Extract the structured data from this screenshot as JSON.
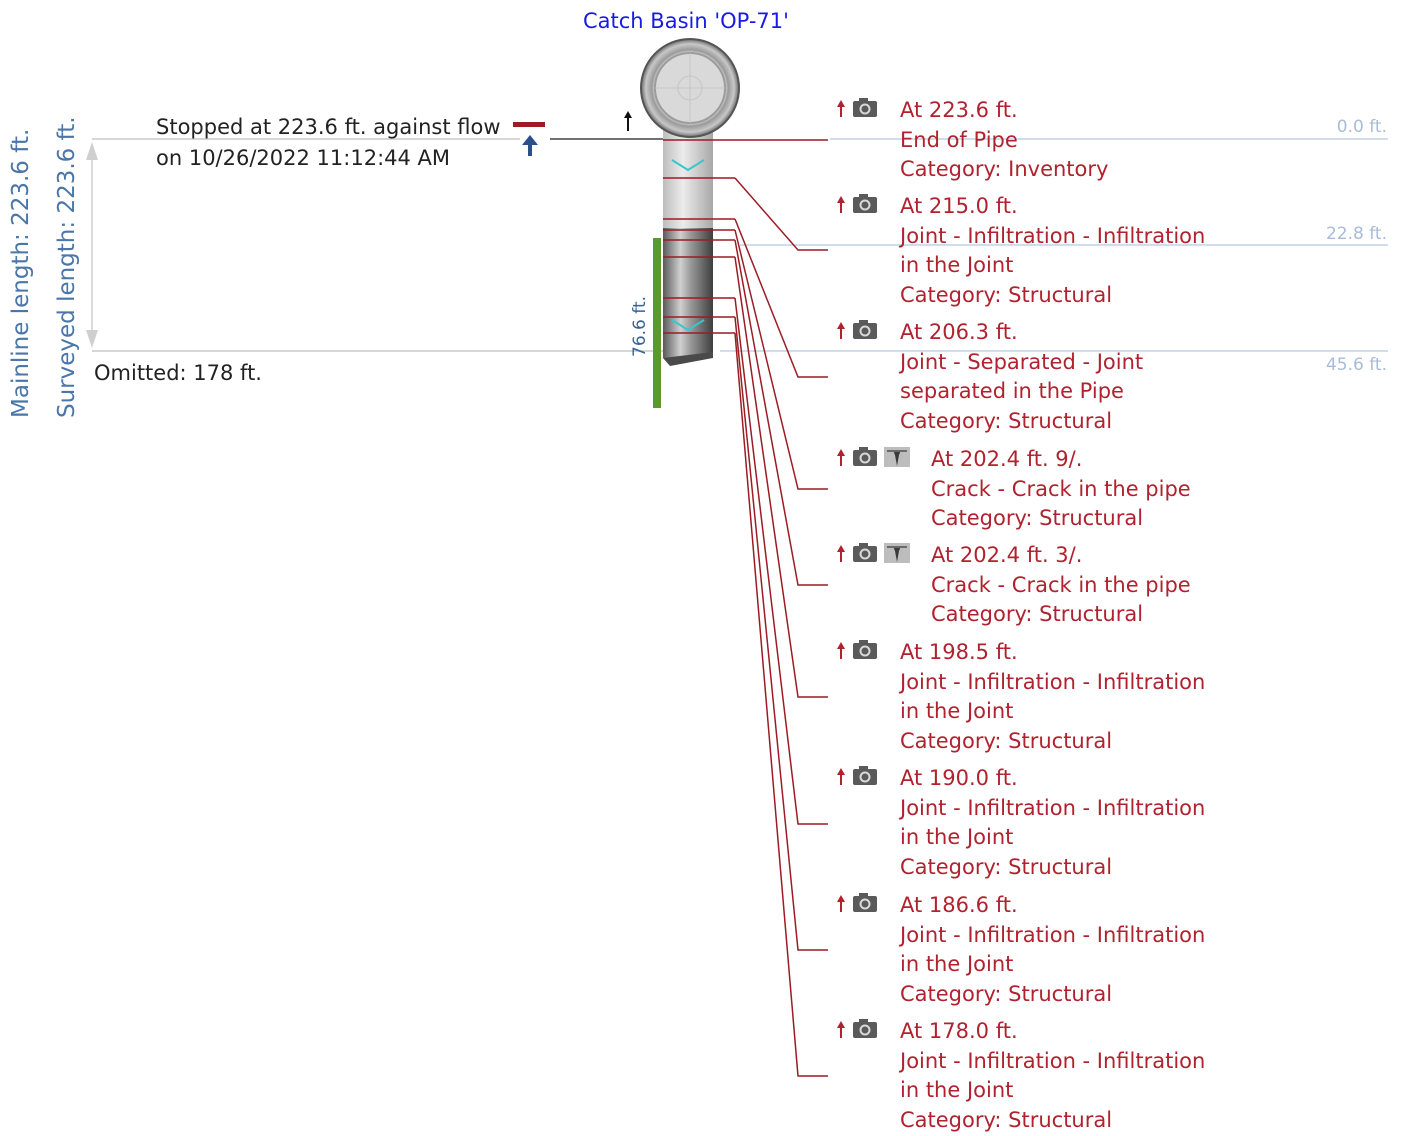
{
  "title": "Catch Basin 'OP-71'",
  "mainline_length_label": "Mainline  length:  223.6 ft.",
  "surveyed_length_label": "Surveyed length:  223.6 ft.",
  "status_line1": "Stopped at 223.6 ft. against flow",
  "status_line2": "on 10/26/2022 11:12:44 AM",
  "omitted_label": "Omitted:  178  ft.",
  "segment_length_label": "76.6 ft.",
  "scale_marks": [
    "0.0 ft.",
    "22.8 ft.",
    "45.6 ft."
  ],
  "colors": {
    "observation_text": "#b0222e",
    "title": "#1a1ae6",
    "length_labels": "#4a76a8",
    "scale": "#a9bcd6",
    "surveyed_segment": "#5a9a2a"
  },
  "observations": [
    {
      "lines": [
        "At 223.6 ft.",
        "End of Pipe",
        "Category: Inventory"
      ],
      "icons": [
        "arrow-up-icon",
        "camera-icon"
      ]
    },
    {
      "lines": [
        "At 215.0 ft.",
        "Joint - Infiltration - Infiltration",
        "in the Joint",
        "Category: Structural"
      ],
      "icons": [
        "arrow-up-icon",
        "camera-icon"
      ]
    },
    {
      "lines": [
        "At 206.3 ft.",
        "Joint - Separated - Joint",
        "separated in the Pipe",
        "Category: Structural"
      ],
      "icons": [
        "arrow-up-icon",
        "camera-icon"
      ]
    },
    {
      "lines": [
        "At 202.4 ft. 9/.",
        "Crack - Crack in the pipe",
        "Category: Structural"
      ],
      "icons": [
        "arrow-up-icon",
        "camera-icon",
        "video-icon"
      ]
    },
    {
      "lines": [
        "At 202.4 ft. 3/.",
        "Crack - Crack in the pipe",
        "Category: Structural"
      ],
      "icons": [
        "arrow-up-icon",
        "camera-icon",
        "video-icon"
      ]
    },
    {
      "lines": [
        "At 198.5 ft.",
        "Joint - Infiltration - Infiltration",
        "in the Joint",
        "Category: Structural"
      ],
      "icons": [
        "arrow-up-icon",
        "camera-icon"
      ]
    },
    {
      "lines": [
        "At 190.0 ft.",
        "Joint - Infiltration - Infiltration",
        "in the Joint",
        "Category: Structural"
      ],
      "icons": [
        "arrow-up-icon",
        "camera-icon"
      ]
    },
    {
      "lines": [
        "At 186.6 ft.",
        "Joint - Infiltration - Infiltration",
        "in the Joint",
        "Category: Structural"
      ],
      "icons": [
        "arrow-up-icon",
        "camera-icon"
      ]
    },
    {
      "lines": [
        "At 178.0 ft.",
        "Joint - Infiltration - Infiltration",
        "in the Joint",
        "Category: Structural"
      ],
      "icons": [
        "arrow-up-icon",
        "camera-icon"
      ]
    }
  ]
}
